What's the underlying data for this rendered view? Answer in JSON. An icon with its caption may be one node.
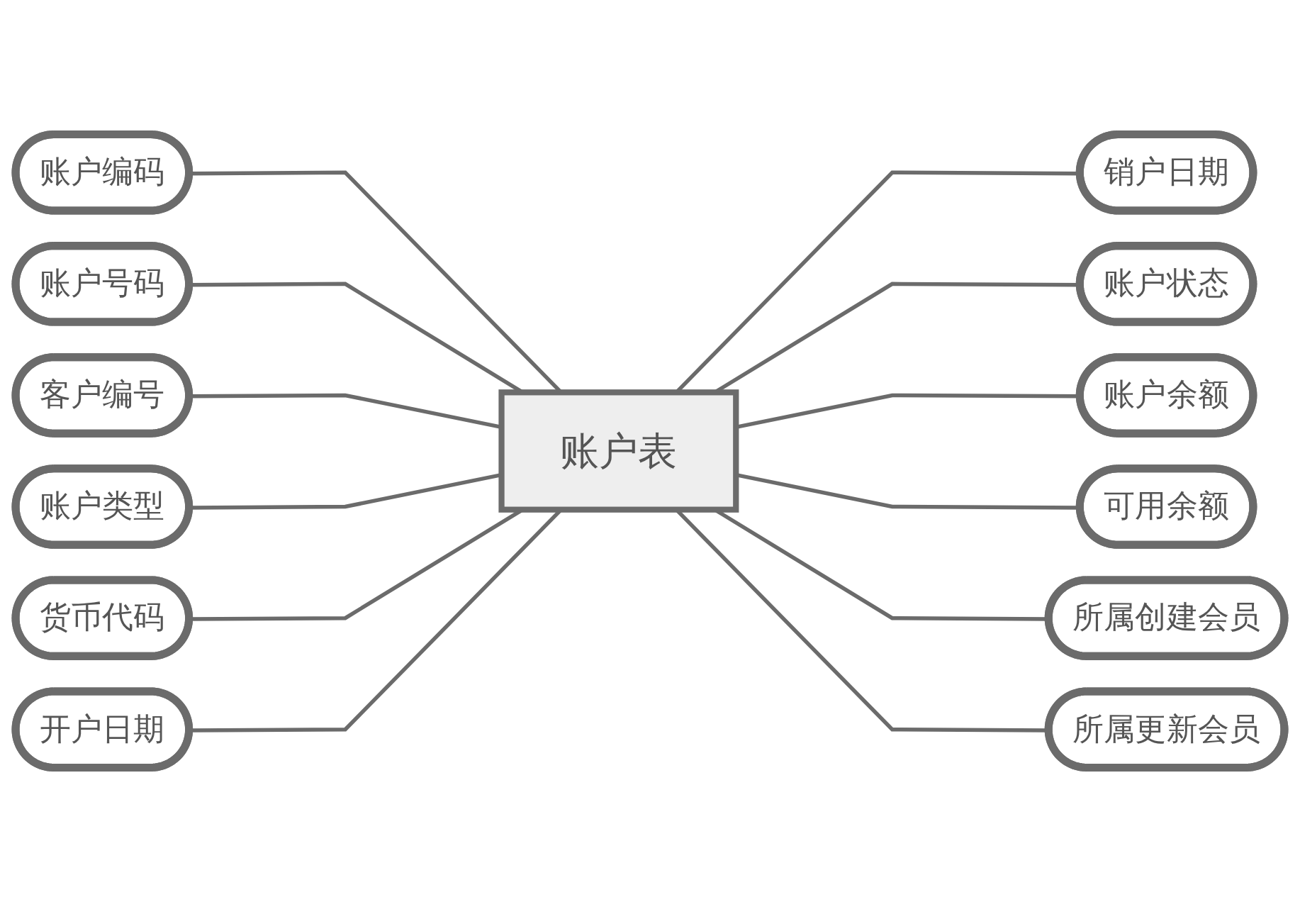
{
  "diagram": {
    "nodes": [
      {
        "text": [
          "账户编码"
        ]
      },
      {
        "text": [
          "账户号码"
        ]
      },
      {
        "text": [
          "客户编号"
        ]
      },
      {
        "text": [
          "账户类型"
        ]
      },
      {
        "text": [
          "货币代码"
        ]
      },
      {
        "text": [
          "开户日期"
        ]
      },
      {
        "text": [
          "账户表"
        ]
      },
      {
        "text": [
          "销户日期"
        ]
      },
      {
        "text": [
          "账户状态"
        ]
      },
      {
        "text": [
          "账户余额"
        ]
      },
      {
        "text": [
          "可用余额"
        ]
      },
      {
        "text": [
          "所属创建会员"
        ]
      },
      {
        "text": [
          "所属更新会员"
        ]
      }
    ],
    "edges": [
      {
        "from": 0,
        "to": 6,
        "arrow": "none"
      },
      {
        "from": 1,
        "to": 6,
        "arrow": "none"
      },
      {
        "from": 2,
        "to": 6,
        "arrow": "none"
      },
      {
        "from": 3,
        "to": 6,
        "arrow": "none"
      },
      {
        "from": 4,
        "to": 6,
        "arrow": "none"
      },
      {
        "from": 5,
        "to": 6,
        "arrow": "none"
      },
      {
        "from": 6,
        "to": 7,
        "arrow": "none"
      },
      {
        "from": 6,
        "to": 8,
        "arrow": "none"
      },
      {
        "from": 6,
        "to": 9,
        "arrow": "none"
      },
      {
        "from": 6,
        "to": 10,
        "arrow": "none"
      },
      {
        "from": 6,
        "to": 11,
        "arrow": "none"
      },
      {
        "from": 6,
        "to": 12,
        "arrow": "none"
      }
    ]
  }
}
